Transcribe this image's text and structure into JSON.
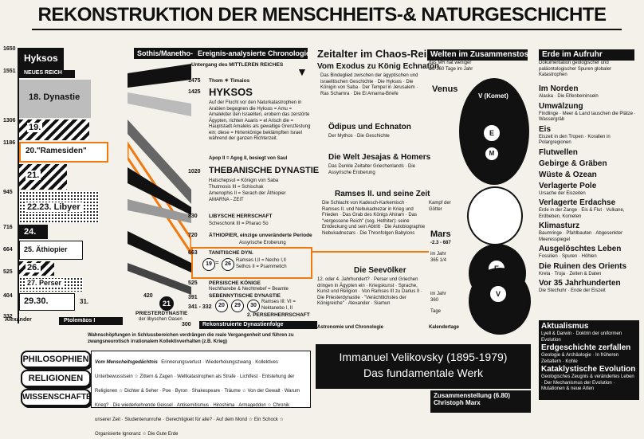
{
  "title": "REKONSTRUKTION DER MENSCHHEITS-& NATURGESCHICHTE",
  "col_headers": {
    "sothis": "Sothis/Manetho-",
    "ereignis": "Ereignis-analysierte Chronologie",
    "zeitalter": "Zeitalter im Chaos-Reihe",
    "welten": "Welten im Zusammenstoss",
    "erde": "Erde im Aufruhr"
  },
  "left_years": [
    "1650",
    "1551",
    "1306",
    "1186",
    "945",
    "716",
    "664",
    "525",
    "404",
    "332"
  ],
  "left_labels": {
    "hyksos": "Hyksos",
    "neues_reich": "NEUES REICH",
    "d18": "18. Dynastie",
    "d19": "19.",
    "d20": "20.\"Ramesiden\"",
    "d21": "21.",
    "d2223": "22.23. Libyer",
    "d24": "24.",
    "d25": "25. Äthiopier",
    "d26": "26.",
    "d27": "27. Perser",
    "d2930": "29.30.",
    "d31": "31.",
    "alexander": "Alexander",
    "ptolemaios": "Ptolemäos I"
  },
  "center": {
    "untergang": "Untergang des MITTLEREN REICHES",
    "y1475": "1475",
    "thom": "Thom ✶ Timaios",
    "y1425": "1425",
    "hyksos_title": "HYKSOS",
    "hyksos_text": "Auf der Flucht vor den Naturkatastrophen in Arabien begegnen die Hyksos = Amu = Amalekiter den Israeliten, erobern das zerstörte Ägypten, richten Auaris = el Arisch die = Hauptstadt Amaleks als gewaltige Grenzfestung ein; diese = Hirtenkönige beklämpften Israel während der ganzen Richterzeit.",
    "apop": "Apop II = Agog II, besiegt von Saul",
    "y1020": "1020",
    "theb_title": "THEBANISCHE DYNASTIE",
    "theb_1": "Hatschepsut = Königin von Saba",
    "theb_2": "Thutmosis III = Schischak",
    "theb_3": "Amenophis II = Serach der Äthiopier",
    "theb_4": "AMARNA - ZEIT",
    "y830": "830",
    "lib_title": "LIBYSCHE HERRSCHAFT",
    "lib_text": "Scheschonk III = Pharao So",
    "y720": "720",
    "aeth_title": "ÄTHIOPIER, einzige unveränderte Periode",
    "aeth_text": "Assyrische Eroberung",
    "y663": "663",
    "tan_title": "TANITISCHE DYN.",
    "tan_n1": "19",
    "tan_n2": "26",
    "tan_text1": "Ramses I,II = Necho I,II",
    "tan_text2": "Sethos II = Psammetich",
    "y525": "525",
    "pers_title": "PERSISCHE KÖNIGE",
    "pers_text": "Nechtharebe & Nechtnebef = Beamte",
    "y420": "420",
    "n21": "21",
    "priester": "PRIESTERDYNASTIE",
    "priester2": "der libyschen Oasen",
    "y391": "391",
    "y341": "341 - 332",
    "seb_title": "SEBENNYTISCHE DYNASTIE",
    "n20": "20",
    "n29": "29",
    "n30": "30",
    "seb_text": "Ramses III: VI = Nektanebo I, II",
    "zweite_pers": "2. PERSERHERRSCHAFT",
    "y300": "300",
    "rekon": "Rekonstruierte Dynastienfolge"
  },
  "chaos": {
    "s1_title": "Vom Exodus zu König Echnaton",
    "s1_text": "Das Bindeglied zwischen der ägyptischen und israelitischen Geschichte · Die Hyksos · Die Königin von Saba · Der Tempel in Jerusalem · Ras Schamra · Die El Amarna-Briefe",
    "s2_title": "Ödipus und Echnaton",
    "s2_text": "Der Mythos · Die Geschichte",
    "s3_title": "Die Welt Jesajas & Homers",
    "s3_text": "Das Dunkle Zeitalter Griechenlands · Die Assyrische Eroberung",
    "s4_title": "Ramses II. und seine Zeit",
    "s4_text": "Die Schlacht von Kadesch-Karkemisch · Ramses II. und Nebukadnezar in Krieg und Frieden · Das Grab des Königs Ahiram · Das \"vergessene Reich\" (sog. Hethiter): seine Entdeckung und sein Abtritt · Die Autobiographie Nebukadnezars · Die Thronfolgen Babylons",
    "s5_title": "Die Seevölker",
    "s5_text": "12. oder 4. Jahrhundert? · Perser und Griechen dringen in Ägypten ein · Kriegskunst · Sprache, Kunst und Religion · Von Ramses III zu Darius II · Die Priesterdynastie · \"Verächtlichstes der Königreiche\" · Alexander · Siamun",
    "s5_foot": "Astronomie und Chronologie"
  },
  "welten": {
    "mr": "das MR hat weniger als 360 Tage im Jahr",
    "venus": "Venus",
    "v_komet": "V (Komet)",
    "kampf": "Kampf der Götter",
    "mars": "Mars",
    "y2387": "-2.3 - 687",
    "jahr1": "im Jahr 365 1/4",
    "jahr2": "im Jahr 360",
    "tage": "Tage",
    "kalender": "Kalendertage",
    "e": "E",
    "m": "M",
    "v": "V"
  },
  "erde": {
    "dok": "Dokumentation geologischer und paläontologischer Spuren globaler Katastrophen",
    "items": [
      {
        "t": "Im Norden",
        "s": "Alaska · Die Elfenbeininseln"
      },
      {
        "t": "Umwälzung",
        "s": "Findlinge · Meer & Land tauschen die Plätze · Wassergräb"
      },
      {
        "t": "Eis",
        "s": "Eiszeit in den Tropen · Korallen in Polargregionen"
      },
      {
        "t": "Flutwellen",
        "s": ""
      },
      {
        "t": "Gebirge & Gräben",
        "s": ""
      },
      {
        "t": "Wüste & Ozean",
        "s": ""
      },
      {
        "t": "Verlagerte Pole",
        "s": "Ursache der Eiszeiten"
      },
      {
        "t": "Verlagerte Erdachse",
        "s": "Erde in der Zange · Eis & Flut · Vulkane, Erdbeben, Kometen"
      },
      {
        "t": "Klimasturz",
        "s": "Baumringe · Pfahlbauten · Abgesenkter Meeresspiegel"
      },
      {
        "t": "Ausgelöschtes Leben",
        "s": "Fossilien · Spuren · Höhlen"
      },
      {
        "t": "Die Ruinen des Orients",
        "s": "Kreta · Troja · Zeiten & Daten"
      },
      {
        "t": "Vor 35 Jahrhunderten",
        "s": "Die Stechuhr · Ende der Eiszeit"
      },
      {
        "t": "Aktualismus",
        "s": "Lyell & Darwin · Doktrin der uniformen Evolution"
      },
      {
        "t": "Erdgeschichte zerfallen",
        "s": "Geologie & Archäologie · In früheren Zeitaltern · Kohle"
      },
      {
        "t": "Kataklystische Evolution",
        "s": "Geologisches Zeugnis & verändertes Leben · Der Mechanismus der Evolution · Mutationen & neue Arten"
      }
    ]
  },
  "bottom": {
    "note": "Wahnschöpfungen in Schlussbereichen verdrängen die reale Vergangenheit und führen zu zwangsneurotisch irrationalem Kollektivverhalten (z.B. Krieg)",
    "btn_phil": "PHILOSOPHIEN",
    "btn_rel": "RELIGIONEN",
    "btn_wiss": "WISSENSCHAFTEN",
    "gedaechtnis_title": "Vom Menscheitsgedächtnis",
    "gedaechtnis_text": "Erinnerungsverlust · Wiederholungszwang · Kollektives Unterbewusstsein ☆ Zittern & Zagen · Weltkatastrophen als Strafe · Lichtfest · Entstehung der Religionen ☆ Dichter & Seher · Poe · Byron · Shakespeare · Träume ☆ Von der Gewalt · Warum Krieg? · Die wiederkehrende Geissel · Antisemitismus · Hiroshima · Armageddon ☆ Chronik unserer Zeit · Studentenunruhe · Gerechtigkeit für alle? · Auf dem Mond ☆ Ein Schock ☆ Organisierte Ignoranz ☆ Die Gute Erde",
    "velikovsky": "Immanuel Velikovsky (1895-1979)",
    "werk": "Das fundamentale Werk",
    "zus": "Zusammenstellung (6.80)",
    "marx": "Christoph Marx"
  },
  "colors": {
    "accent": "#f07a10",
    "ink": "#111111",
    "paper": "#f4f1ea"
  }
}
